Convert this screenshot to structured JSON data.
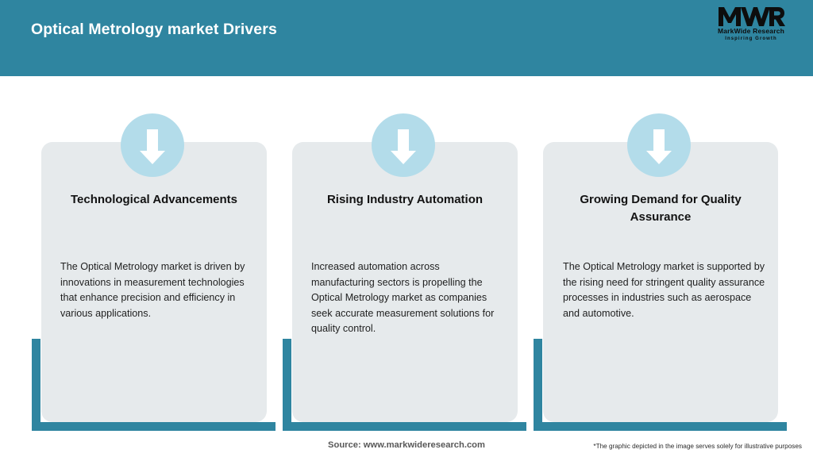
{
  "header": {
    "title": "Optical Metrology market Drivers",
    "background_color": "#2f85a0",
    "title_color": "#ffffff"
  },
  "logo": {
    "mark": "MWR",
    "name": "MarkWide Research",
    "tagline": "Inspiring Growth"
  },
  "theme": {
    "accent": "#2f85a0",
    "badge_fill": "#b3dcea",
    "card_background": "#e6eaec",
    "arrow_color": "#ffffff"
  },
  "cards": [
    {
      "icon": "down-arrow-icon",
      "title": "Technological Advancements",
      "body": "The Optical Metrology market is driven by innovations in measurement technologies that enhance precision and efficiency in various applications."
    },
    {
      "icon": "down-arrow-icon",
      "title": "Rising Industry Automation",
      "body": "Increased automation across manufacturing sectors is propelling the Optical Metrology market as companies seek accurate measurement solutions for quality control."
    },
    {
      "icon": "down-arrow-icon",
      "title": "Growing Demand for Quality Assurance",
      "body": "The Optical Metrology market is supported by the rising need for stringent quality assurance processes in industries such as aerospace and automotive."
    }
  ],
  "footer": {
    "source": "Source: www.markwideresearch.com",
    "disclaimer": "*The graphic depicted in the image serves solely for illustrative purposes"
  }
}
